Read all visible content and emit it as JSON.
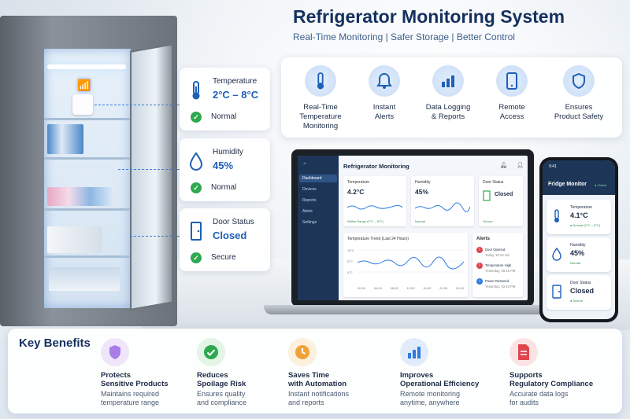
{
  "header": {
    "title": "Refrigerator Monitoring System",
    "subtitle": "Real-Time Monitoring   |   Safer Storage   |   Better Control"
  },
  "status_cards": [
    {
      "title": "Temperature",
      "value": "2°C – 8°C",
      "state": "Normal",
      "icon": "thermometer-icon"
    },
    {
      "title": "Humidity",
      "value": "45%",
      "state": "Normal",
      "icon": "droplet-icon"
    },
    {
      "title": "Door Status",
      "value": "Closed",
      "state": "Secure",
      "icon": "door-icon"
    }
  ],
  "features": [
    {
      "label": "Real-Time\nTemperature\nMonitoring",
      "icon": "thermometer-icon"
    },
    {
      "label": "Instant\nAlerts",
      "icon": "bell-icon"
    },
    {
      "label": "Data Logging\n& Reports",
      "icon": "bar-chart-icon"
    },
    {
      "label": "Remote\nAccess",
      "icon": "phone-icon"
    },
    {
      "label": "Ensures\nProduct Safety",
      "icon": "shield-icon"
    }
  ],
  "laptop": {
    "app_title": "Refrigerator Monitoring",
    "nav": [
      "Dashboard",
      "Devices",
      "Reports",
      "Alerts",
      "Settings"
    ],
    "temperature": {
      "label": "Temperature",
      "value": "4.2°C",
      "status": "Within Range (2°C – 8°C)"
    },
    "humidity": {
      "label": "Humidity",
      "value": "45%",
      "status": "Normal"
    },
    "door": {
      "label": "Door Status",
      "value": "Closed",
      "status": "Secure"
    },
    "trend": {
      "title": "Temperature Trend (Last 24 Hours)",
      "y_ticks": [
        "10°C",
        "5°C",
        "0°C"
      ],
      "x_ticks": [
        "00:00",
        "04:00",
        "08:00",
        "12:00",
        "16:00",
        "20:00",
        "24:00"
      ]
    },
    "alerts": {
      "title": "Alerts",
      "items": [
        {
          "title": "Door Opened",
          "time": "Today, 10:24 AM",
          "color": "#e0454d"
        },
        {
          "title": "Temperature High",
          "time": "Yesterday, 08:15 PM",
          "color": "#e0454d"
        },
        {
          "title": "Power Restored",
          "time": "Yesterday, 02:40 PM",
          "color": "#2f7be0"
        }
      ]
    }
  },
  "phone": {
    "time": "9:41",
    "title": "Fridge Monitor",
    "online": "● Online",
    "cards": [
      {
        "title": "Temperature",
        "value": "4.1°C",
        "status": "● Normal (2°C – 8°C)",
        "icon": "thermometer-icon"
      },
      {
        "title": "Humidity",
        "value": "45%",
        "status": "Normal",
        "icon": "droplet-icon"
      },
      {
        "title": "Door Status",
        "value": "Closed",
        "status": "● Secure",
        "icon": "door-icon"
      }
    ]
  },
  "benefits": {
    "title": "Key Benefits",
    "items": [
      {
        "title": "Protects\nSensitive Products",
        "desc": "Maintains required\ntemperature range",
        "icon": "shield-icon",
        "color": "#a87de8",
        "bg": "#efe6fb"
      },
      {
        "title": "Reduces\nSpoilage Risk",
        "desc": "Ensures quality\nand compliance",
        "icon": "check-badge-icon",
        "color": "#2fa84f",
        "bg": "#e2f5e6"
      },
      {
        "title": "Saves Time\nwith Automation",
        "desc": "Instant notifications\nand reports",
        "icon": "clock-icon",
        "color": "#f0a23a",
        "bg": "#fdf0dc"
      },
      {
        "title": "Improves\nOperational Efficiency",
        "desc": "Remote monitoring\nanytime, anywhere",
        "icon": "bar-chart-icon",
        "color": "#2f7be0",
        "bg": "#e1ecfb"
      },
      {
        "title": "Supports\nRegulatory Compliance",
        "desc": "Accurate data logs\nfor audits",
        "icon": "document-icon",
        "color": "#e0454d",
        "bg": "#fbe3e4"
      }
    ]
  },
  "colors": {
    "accent": "#1e5fb8",
    "ok": "#2fa84f",
    "navy": "#1d3557"
  }
}
